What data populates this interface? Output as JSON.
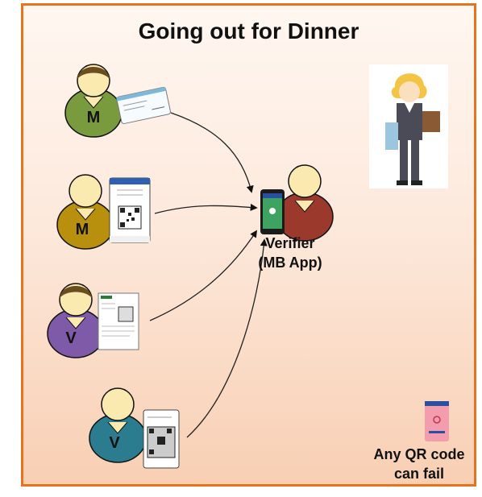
{
  "title": "Going out for Dinner",
  "people": [
    {
      "badge": "M",
      "credential": "card",
      "shirt_color": "#7a9b3d"
    },
    {
      "badge": "M",
      "credential": "mobile-qr",
      "shirt_color": "#b8900e"
    },
    {
      "badge": "V",
      "credential": "paper-certificate",
      "shirt_color": "#7f5aa8"
    },
    {
      "badge": "V",
      "credential": "mobile-qr",
      "shirt_color": "#2b7c8e"
    }
  ],
  "verifier": {
    "line1": "Verifier",
    "line2": "(MB App)",
    "shirt_color": "#9b3a2c",
    "icon": "smartphone-verifier-icon"
  },
  "waiter": {
    "icon": "waiter-illustration"
  },
  "failure": {
    "line1": "Any QR code",
    "line2": "can fail",
    "icon": "error-phone-icon"
  },
  "colors": {
    "frame_border": "#e8731f",
    "skin": "#fbeab0",
    "hair": "#6b4e1e"
  }
}
